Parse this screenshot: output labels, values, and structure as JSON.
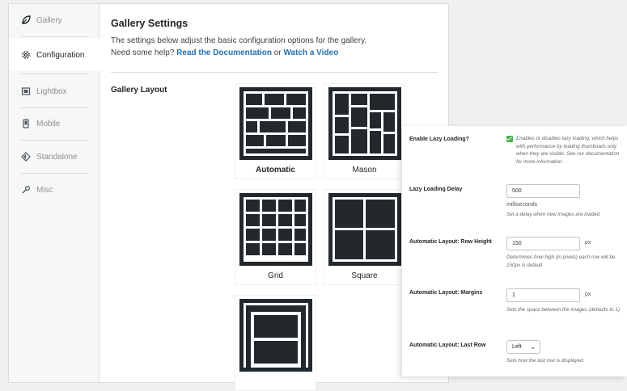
{
  "sidebar": {
    "items": [
      {
        "label": "Gallery",
        "icon": "leaf-icon"
      },
      {
        "label": "Configuration",
        "icon": "gear-icon"
      },
      {
        "label": "Lightbox",
        "icon": "lightbox-icon"
      },
      {
        "label": "Mobile",
        "icon": "mobile-icon"
      },
      {
        "label": "Standalone",
        "icon": "standalone-icon"
      },
      {
        "label": "Misc",
        "icon": "wrench-icon"
      }
    ],
    "active_index": 1
  },
  "content": {
    "title": "Gallery Settings",
    "desc_line1": "The settings below adjust the basic configuration options for the gallery.",
    "desc_line2_prefix": "Need some help?",
    "doc_link": "Read the Documentation",
    "or_text": "or",
    "video_link": "Watch a Video",
    "layout_label": "Gallery Layout",
    "layouts": [
      {
        "label": "Automatic",
        "selected": true
      },
      {
        "label": "Mason",
        "selected": false
      },
      {
        "label": "Grid",
        "selected": false
      },
      {
        "label": "Square",
        "selected": false
      },
      {
        "label": "",
        "selected": false
      }
    ]
  },
  "overlay": {
    "lazy_loading": {
      "label": "Enable Lazy Loading?",
      "checked": true,
      "help": "Enables or disables lazy loading, which helps with performance by loading thumbnails only when they are visible. See our documentation for more information."
    },
    "lazy_delay": {
      "label": "Lazy Loading Delay",
      "value": "500",
      "unit": "milliseconds",
      "help": "Set a delay when new images are loaded"
    },
    "row_height": {
      "label": "Automatic Layout: Row Height",
      "value": "150",
      "unit": "px",
      "help": "Determines how high (in pixels) each row will be. 150px is default."
    },
    "margins": {
      "label": "Automatic Layout: Margins",
      "value": "1",
      "unit": "px",
      "help": "Sets the space between the images (defaults to 1)"
    },
    "last_row": {
      "label": "Automatic Layout: Last Row",
      "value": "Left",
      "help": "Sets how the last row is displayed."
    }
  },
  "colors": {
    "icon_dark": "#23282d",
    "link": "#2271b1",
    "checkbox": "#4caf50"
  }
}
